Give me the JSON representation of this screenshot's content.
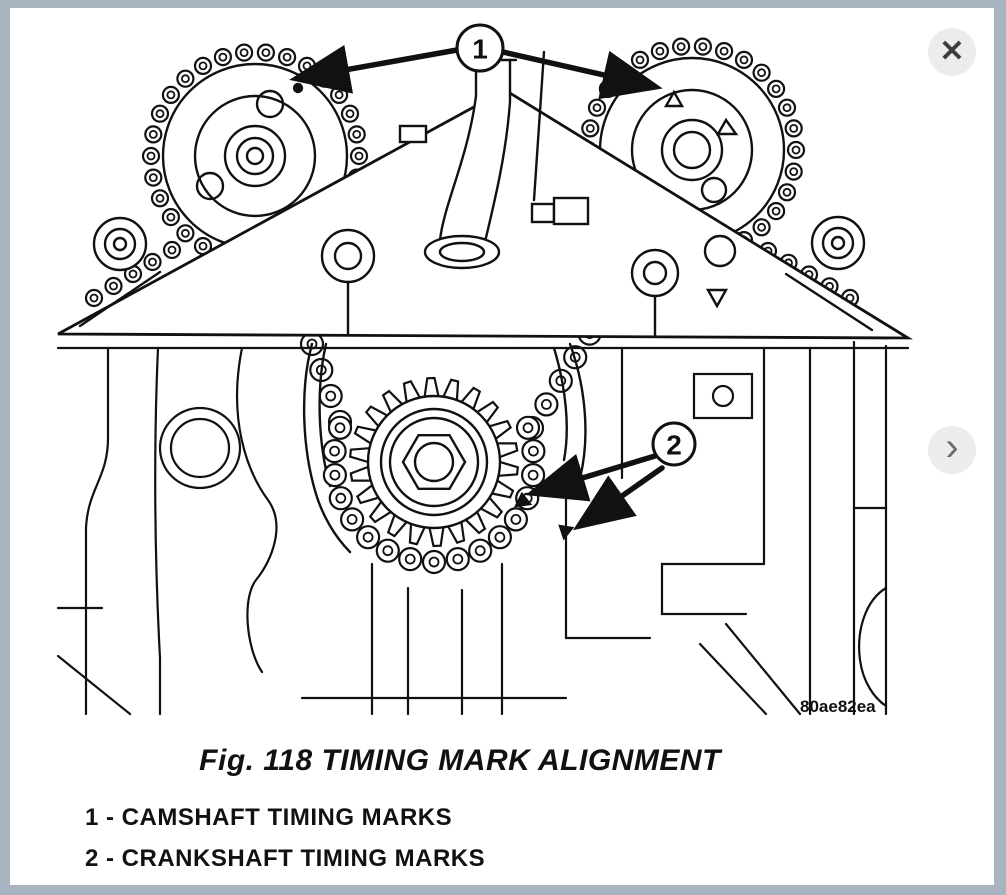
{
  "viewer": {
    "close_icon": "✕",
    "next_icon": "›"
  },
  "figure": {
    "caption": "Fig. 118 TIMING MARK ALIGNMENT",
    "legend": [
      {
        "label": "1 - CAMSHAFT TIMING MARKS"
      },
      {
        "label": "2 - CRANKSHAFT TIMING MARKS"
      }
    ],
    "watermark": "80ae82ea",
    "callouts": [
      {
        "label": "1"
      },
      {
        "label": "2"
      }
    ]
  },
  "colors": {
    "frame": "#a8b4bf",
    "canvas": "#ffffff",
    "line": "#111111",
    "button_bg": "#ececec",
    "button_icon": "#3d3d3d"
  }
}
